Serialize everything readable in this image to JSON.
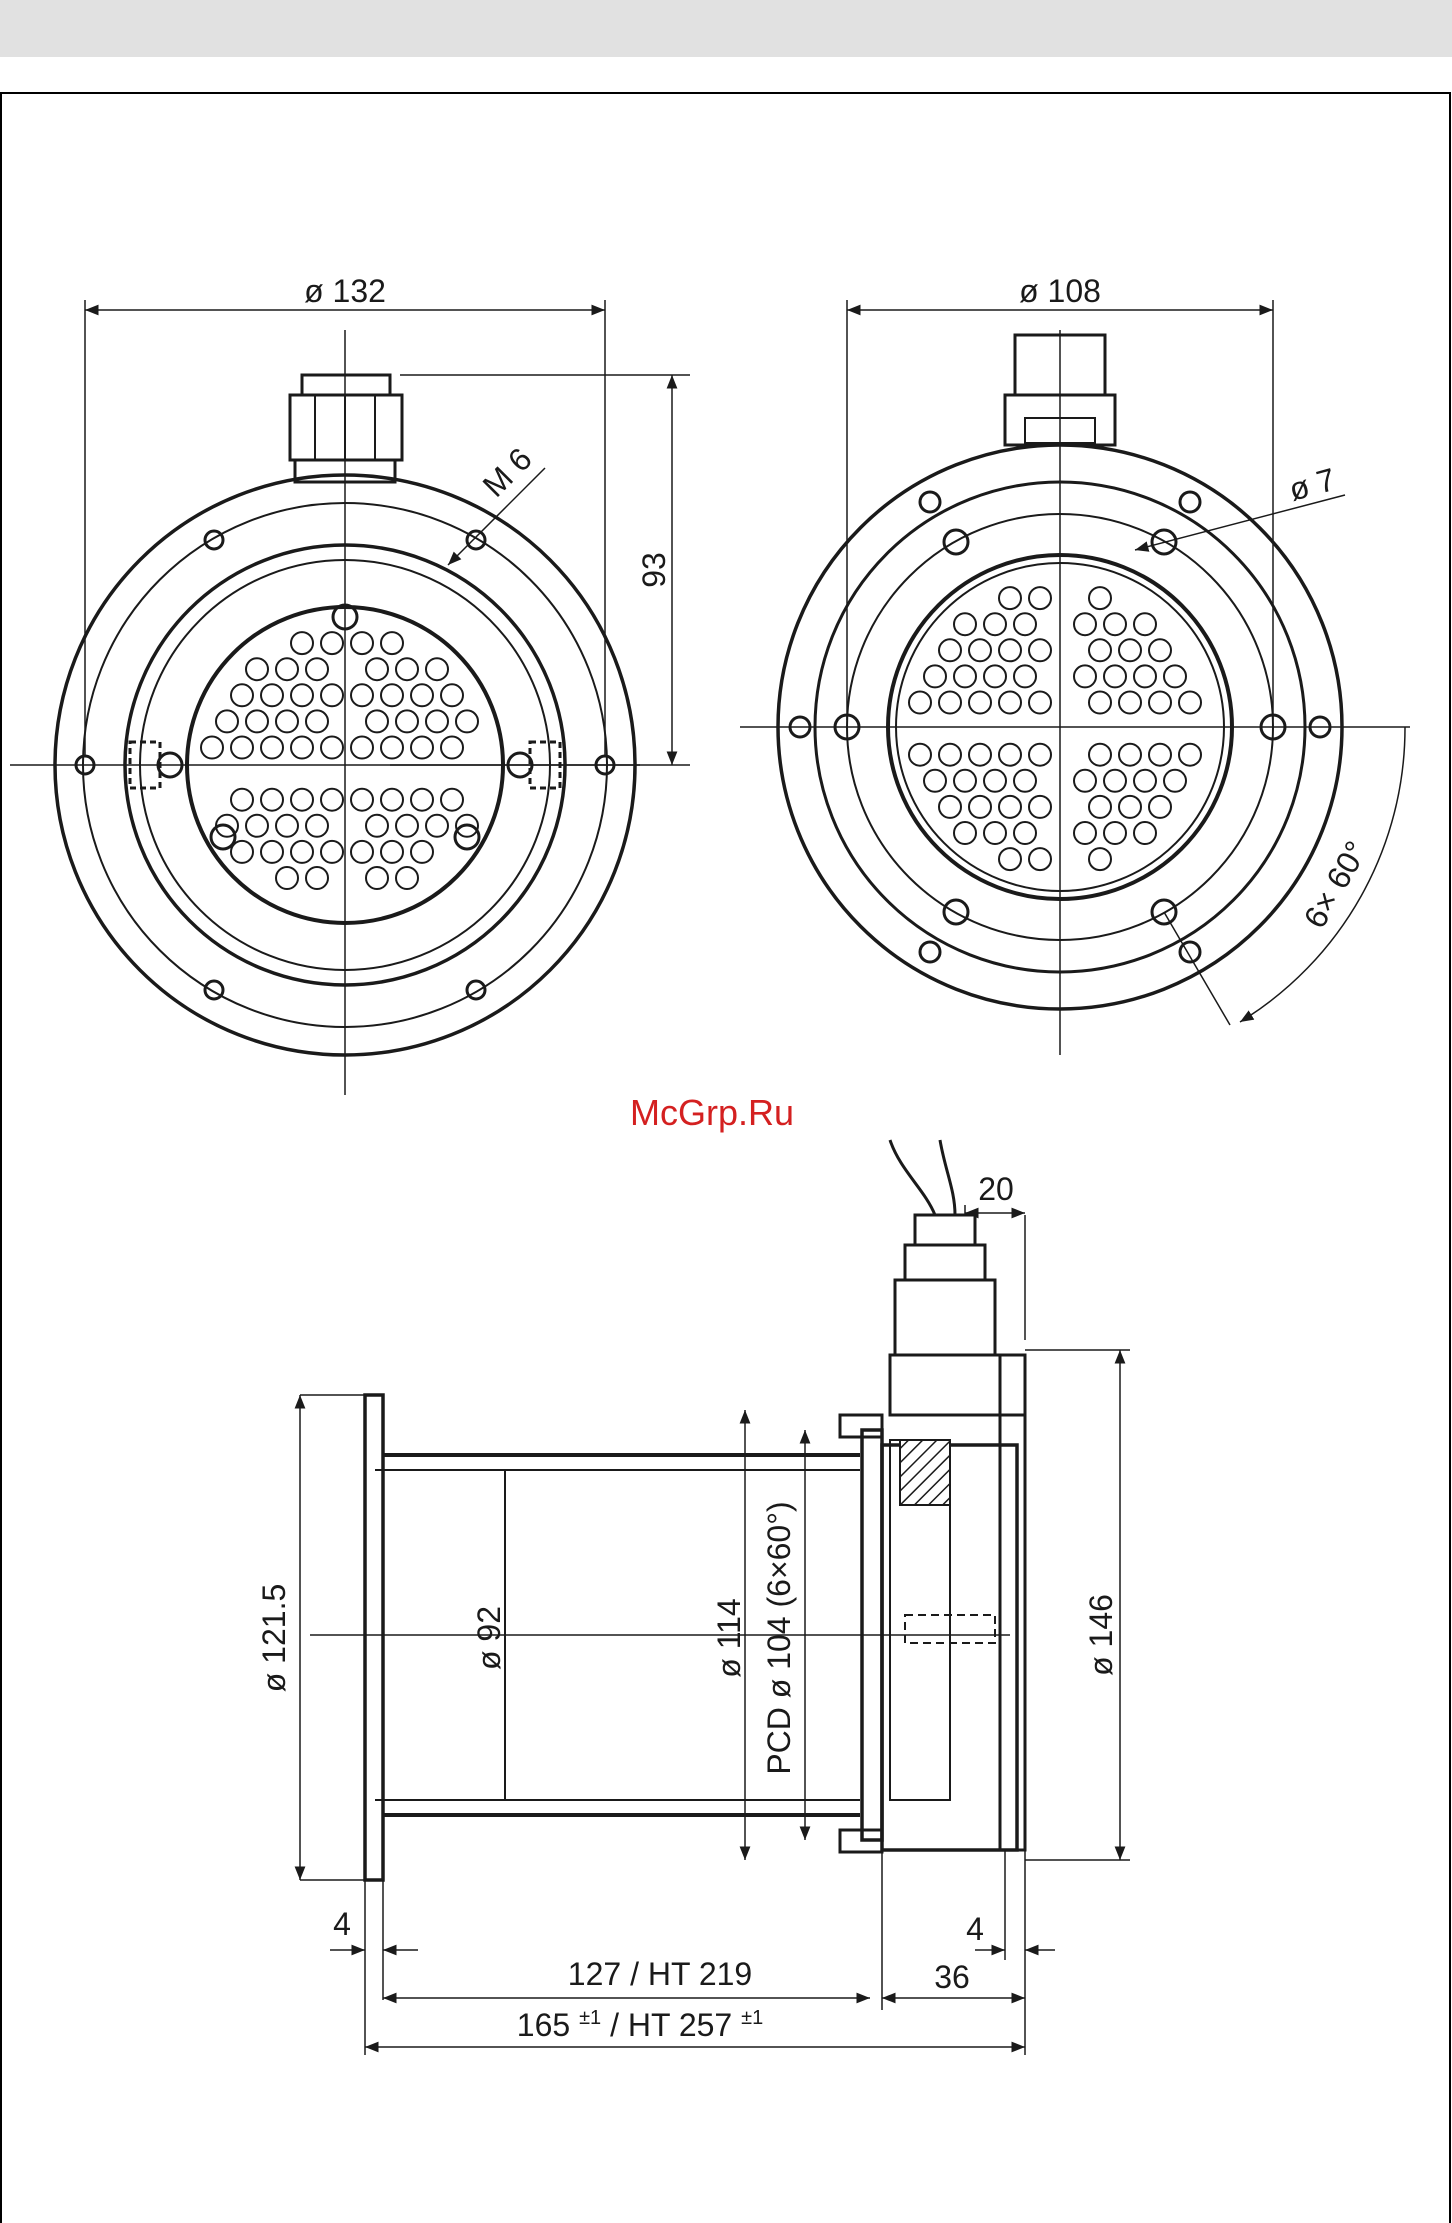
{
  "watermark": "McGrp.Ru",
  "colors": {
    "ink": "#1a1a1a",
    "watermark": "#d42020",
    "band": "#e1e1e1"
  },
  "front_view": {
    "dim_outer": "ø 132",
    "dim_height": "93",
    "thread": "M 6"
  },
  "rear_view": {
    "dim_outer": "ø 108",
    "dim_hole": "ø 7",
    "angle": "6× 60°"
  },
  "side_view": {
    "dim_121": "ø 121.5",
    "dim_92": "ø 92",
    "dim_114": "ø 114",
    "dim_pcd": "PCD ø 104 (6×60°)",
    "dim_146": "ø 146",
    "dim_20": "20",
    "dim_4_left": "4",
    "dim_4_right": "4",
    "dim_36": "36",
    "dim_127_main": "127 / HT 219",
    "dim_165_a": "165",
    "dim_165_tol_a": "±1",
    "dim_165_b": "/ HT 257",
    "dim_165_tol_b": "±1"
  }
}
